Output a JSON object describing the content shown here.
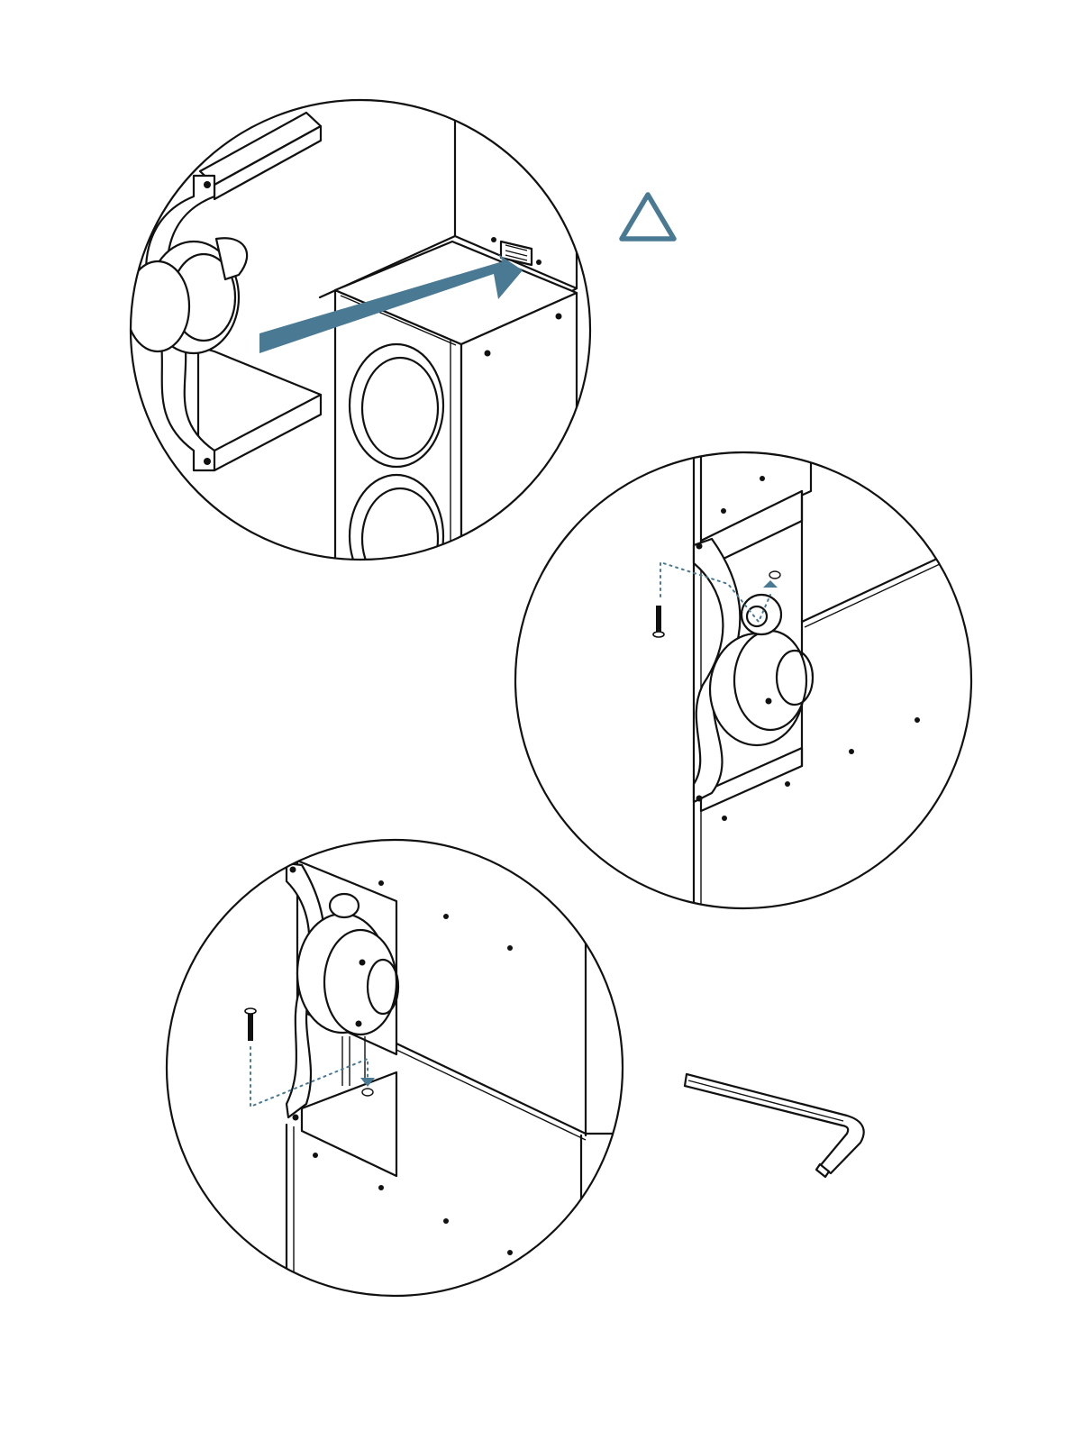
{
  "colors": {
    "accent": "#4a7a93",
    "line": "#111111",
    "background": "#ffffff"
  },
  "icons": {
    "warning": "warning-triangle-icon",
    "tool": "hex-key-icon"
  },
  "steps": [
    {
      "name": "slide-speaker-into-cabinet",
      "arrow": "insert-direction-arrow"
    },
    {
      "name": "insert-upper-screw",
      "arrow": "screw-up-arrow"
    },
    {
      "name": "insert-lower-screw",
      "arrow": "screw-down-arrow"
    }
  ]
}
